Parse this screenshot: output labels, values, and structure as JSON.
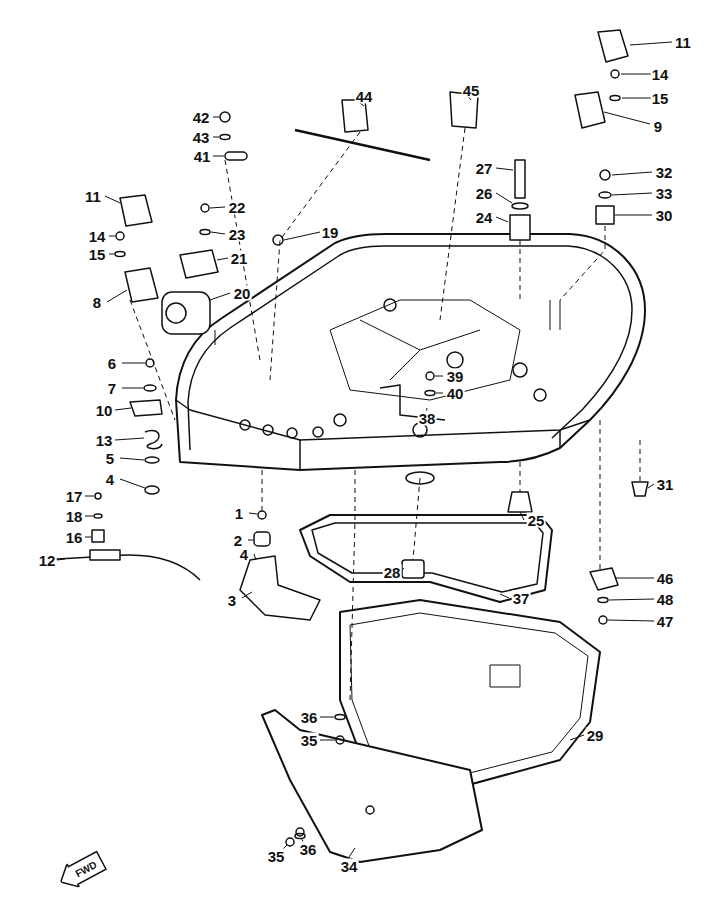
{
  "diagram": {
    "nodes": [
      {
        "text": [
          "FWD"
        ]
      }
    ],
    "labels": [
      "11",
      "14",
      "15",
      "9",
      "44",
      "45",
      "42",
      "43",
      "41",
      "27",
      "32",
      "26",
      "33",
      "24",
      "30",
      "11",
      "22",
      "23",
      "19",
      "14",
      "21",
      "15",
      "20",
      "8",
      "6",
      "39",
      "7",
      "40",
      "10",
      "38",
      "13",
      "5",
      "4",
      "31",
      "17",
      "1",
      "18",
      "25",
      "2",
      "16",
      "4",
      "12",
      "28",
      "46",
      "3",
      "37",
      "48",
      "47",
      "36",
      "29",
      "35",
      "36",
      "35",
      "34"
    ]
  }
}
